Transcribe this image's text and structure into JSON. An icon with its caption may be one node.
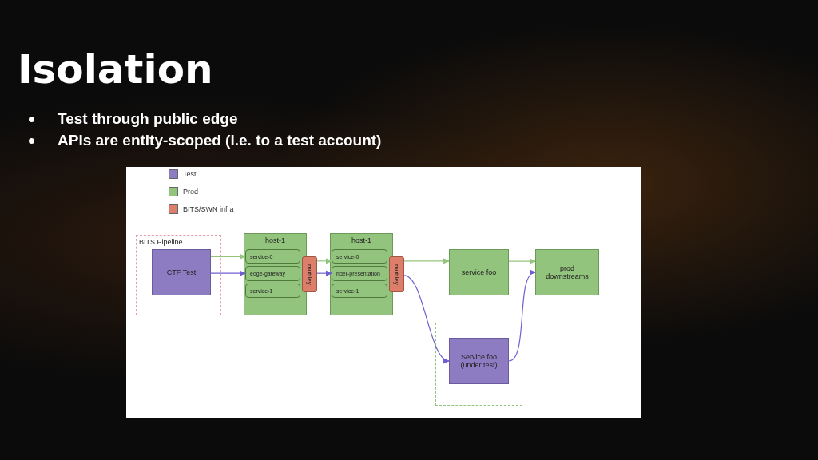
{
  "diagram": {
    "title": "Isolation",
    "nodes": [
      {
        "text": [
          "BITS Pipeline"
        ]
      },
      {
        "text": [
          "CTF Test"
        ],
        "in": 0
      },
      {
        "text": [
          "host-1"
        ]
      },
      {
        "text": [
          "service-0"
        ],
        "in": 2
      },
      {
        "text": [
          "edge-gateway"
        ],
        "in": 2
      },
      {
        "text": [
          "service-1"
        ],
        "in": 2
      },
      {
        "text": [
          "muttley"
        ]
      },
      {
        "text": [
          "host-1"
        ]
      },
      {
        "text": [
          "service-0"
        ],
        "in": 7
      },
      {
        "text": [
          "rider-presentation"
        ],
        "in": 7
      },
      {
        "text": [
          "service-1"
        ],
        "in": 7
      },
      {
        "text": [
          "muttley"
        ]
      },
      {
        "text": [
          "service foo"
        ]
      },
      {
        "text": [
          "prod downstreams"
        ]
      },
      {
        "text": [],
        "shape": "box"
      },
      {
        "text": [
          "Service foo (under test)"
        ],
        "in": 14
      }
    ],
    "edges": [
      {
        "from": 1,
        "to": 3,
        "arrow": "to",
        "color": "#93c47d"
      },
      {
        "from": 1,
        "to": 4,
        "arrow": "to",
        "color": "#6f5fd0"
      },
      {
        "from": 6,
        "to": 8,
        "arrow": "to",
        "color": "#93c47d"
      },
      {
        "from": 6,
        "to": 9,
        "arrow": "to",
        "color": "#6f5fd0"
      },
      {
        "from": 11,
        "to": 12,
        "arrow": "to",
        "color": "#93c47d"
      },
      {
        "from": 12,
        "to": 13,
        "arrow": "to",
        "color": "#93c47d"
      },
      {
        "from": 11,
        "to": 15,
        "arrow": "to",
        "color": "#6f5fd0"
      },
      {
        "from": 15,
        "to": 13,
        "arrow": "to",
        "color": "#6f5fd0"
      }
    ],
    "labels": [
      "Test through public edge",
      "APIs are entity-scoped (i.e. to a test account)"
    ],
    "legend": [
      {
        "text": "Test",
        "color": "#8e7cc3"
      },
      {
        "text": "Prod",
        "color": "#93c47d"
      },
      {
        "text": "BITS/SWN infra",
        "color": "#dd7e6b"
      }
    ]
  }
}
